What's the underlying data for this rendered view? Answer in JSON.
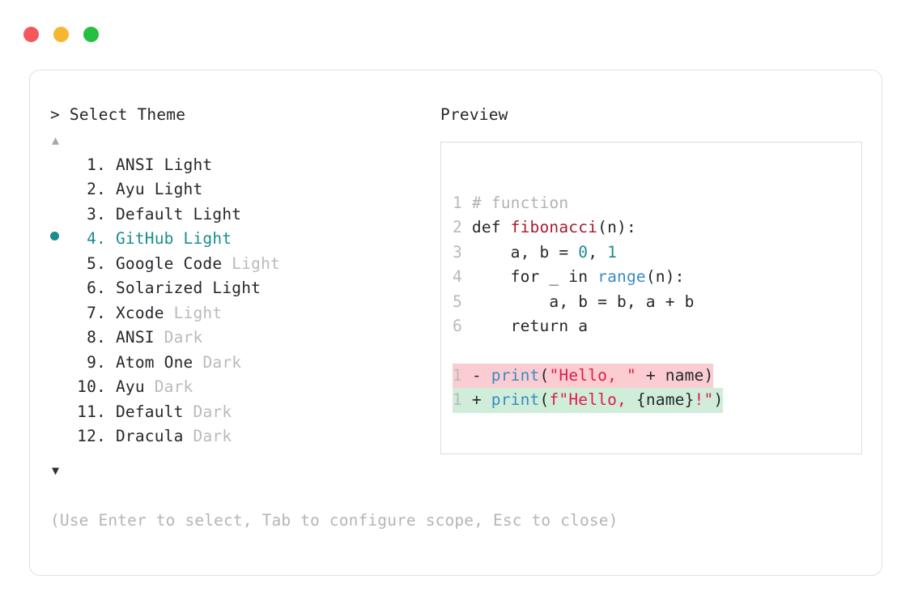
{
  "window": {
    "traffic_lights": [
      {
        "name": "close",
        "color": "#F4585B"
      },
      {
        "name": "minimize",
        "color": "#F5B731"
      },
      {
        "name": "maximize",
        "color": "#25BF41"
      }
    ]
  },
  "prompt": {
    "marker": ">",
    "title": "Select Theme",
    "full": "> Select Theme"
  },
  "scroll": {
    "up_glyph": "▲",
    "down_glyph": "▼"
  },
  "themes": [
    {
      "index": "1.",
      "name": "ANSI",
      "variant": "Light",
      "variant_muted": false,
      "selected": false
    },
    {
      "index": "2.",
      "name": "Ayu",
      "variant": "Light",
      "variant_muted": false,
      "selected": false
    },
    {
      "index": "3.",
      "name": "Default",
      "variant": "Light",
      "variant_muted": false,
      "selected": false
    },
    {
      "index": "4.",
      "name": "GitHub",
      "variant": "Light",
      "variant_muted": false,
      "selected": true
    },
    {
      "index": "5.",
      "name": "Google Code",
      "variant": "Light",
      "variant_muted": true,
      "selected": false
    },
    {
      "index": "6.",
      "name": "Solarized",
      "variant": "Light",
      "variant_muted": false,
      "selected": false
    },
    {
      "index": "7.",
      "name": "Xcode",
      "variant": "Light",
      "variant_muted": true,
      "selected": false
    },
    {
      "index": "8.",
      "name": "ANSI",
      "variant": "Dark",
      "variant_muted": true,
      "selected": false
    },
    {
      "index": "9.",
      "name": "Atom One",
      "variant": "Dark",
      "variant_muted": true,
      "selected": false
    },
    {
      "index": "10.",
      "name": "Ayu",
      "variant": "Dark",
      "variant_muted": true,
      "selected": false
    },
    {
      "index": "11.",
      "name": "Default",
      "variant": "Dark",
      "variant_muted": true,
      "selected": false
    },
    {
      "index": "12.",
      "name": "Dracula",
      "variant": "Dark",
      "variant_muted": true,
      "selected": false
    }
  ],
  "selected_theme": "GitHub Light",
  "hint": "(Use Enter to select, Tab to configure scope, Esc to close)",
  "preview": {
    "label": "Preview",
    "code_lines": [
      {
        "num": "1",
        "tokens": [
          {
            "t": "# function",
            "c": "tok-comment"
          }
        ]
      },
      {
        "num": "2",
        "tokens": [
          {
            "t": "def ",
            "c": "tok-kw"
          },
          {
            "t": "fibonacci",
            "c": "tok-fn"
          },
          {
            "t": "(n):",
            "c": "tok-plain"
          }
        ]
      },
      {
        "num": "3",
        "tokens": [
          {
            "t": "    a, b = ",
            "c": "tok-plain"
          },
          {
            "t": "0",
            "c": "tok-num"
          },
          {
            "t": ", ",
            "c": "tok-plain"
          },
          {
            "t": "1",
            "c": "tok-num"
          }
        ]
      },
      {
        "num": "4",
        "tokens": [
          {
            "t": "    for _ in ",
            "c": "tok-plain"
          },
          {
            "t": "range",
            "c": "tok-builtin"
          },
          {
            "t": "(n):",
            "c": "tok-plain"
          }
        ]
      },
      {
        "num": "5",
        "tokens": [
          {
            "t": "        a, b = b, a + b",
            "c": "tok-plain"
          }
        ]
      },
      {
        "num": "6",
        "tokens": [
          {
            "t": "    return a",
            "c": "tok-plain"
          }
        ]
      }
    ],
    "diff_lines": [
      {
        "num": "1",
        "kind": "deleted",
        "marker": "-",
        "text": "print(\"Hello, \" + name)",
        "tokens": [
          {
            "t": "print",
            "c": "tok-builtin"
          },
          {
            "t": "(",
            "c": "tok-plain"
          },
          {
            "t": "\"Hello, \"",
            "c": "tok-str"
          },
          {
            "t": " + name)",
            "c": "tok-plain"
          }
        ]
      },
      {
        "num": "1",
        "kind": "added",
        "marker": "+",
        "text": "print(f\"Hello, {name}!\")",
        "tokens": [
          {
            "t": "print",
            "c": "tok-builtin"
          },
          {
            "t": "(",
            "c": "tok-plain"
          },
          {
            "t": "f\"Hello, ",
            "c": "tok-str"
          },
          {
            "t": "{name}",
            "c": "tok-plain"
          },
          {
            "t": "!\"",
            "c": "tok-str"
          },
          {
            "t": ")",
            "c": "tok-plain"
          }
        ]
      }
    ]
  },
  "colors": {
    "accent": "#1B8C8C",
    "diff_deleted_bg": "#FBCDD2",
    "diff_added_bg": "#CFEDD9",
    "border": "#E2E2E4",
    "muted_text": "#B9BABE"
  }
}
